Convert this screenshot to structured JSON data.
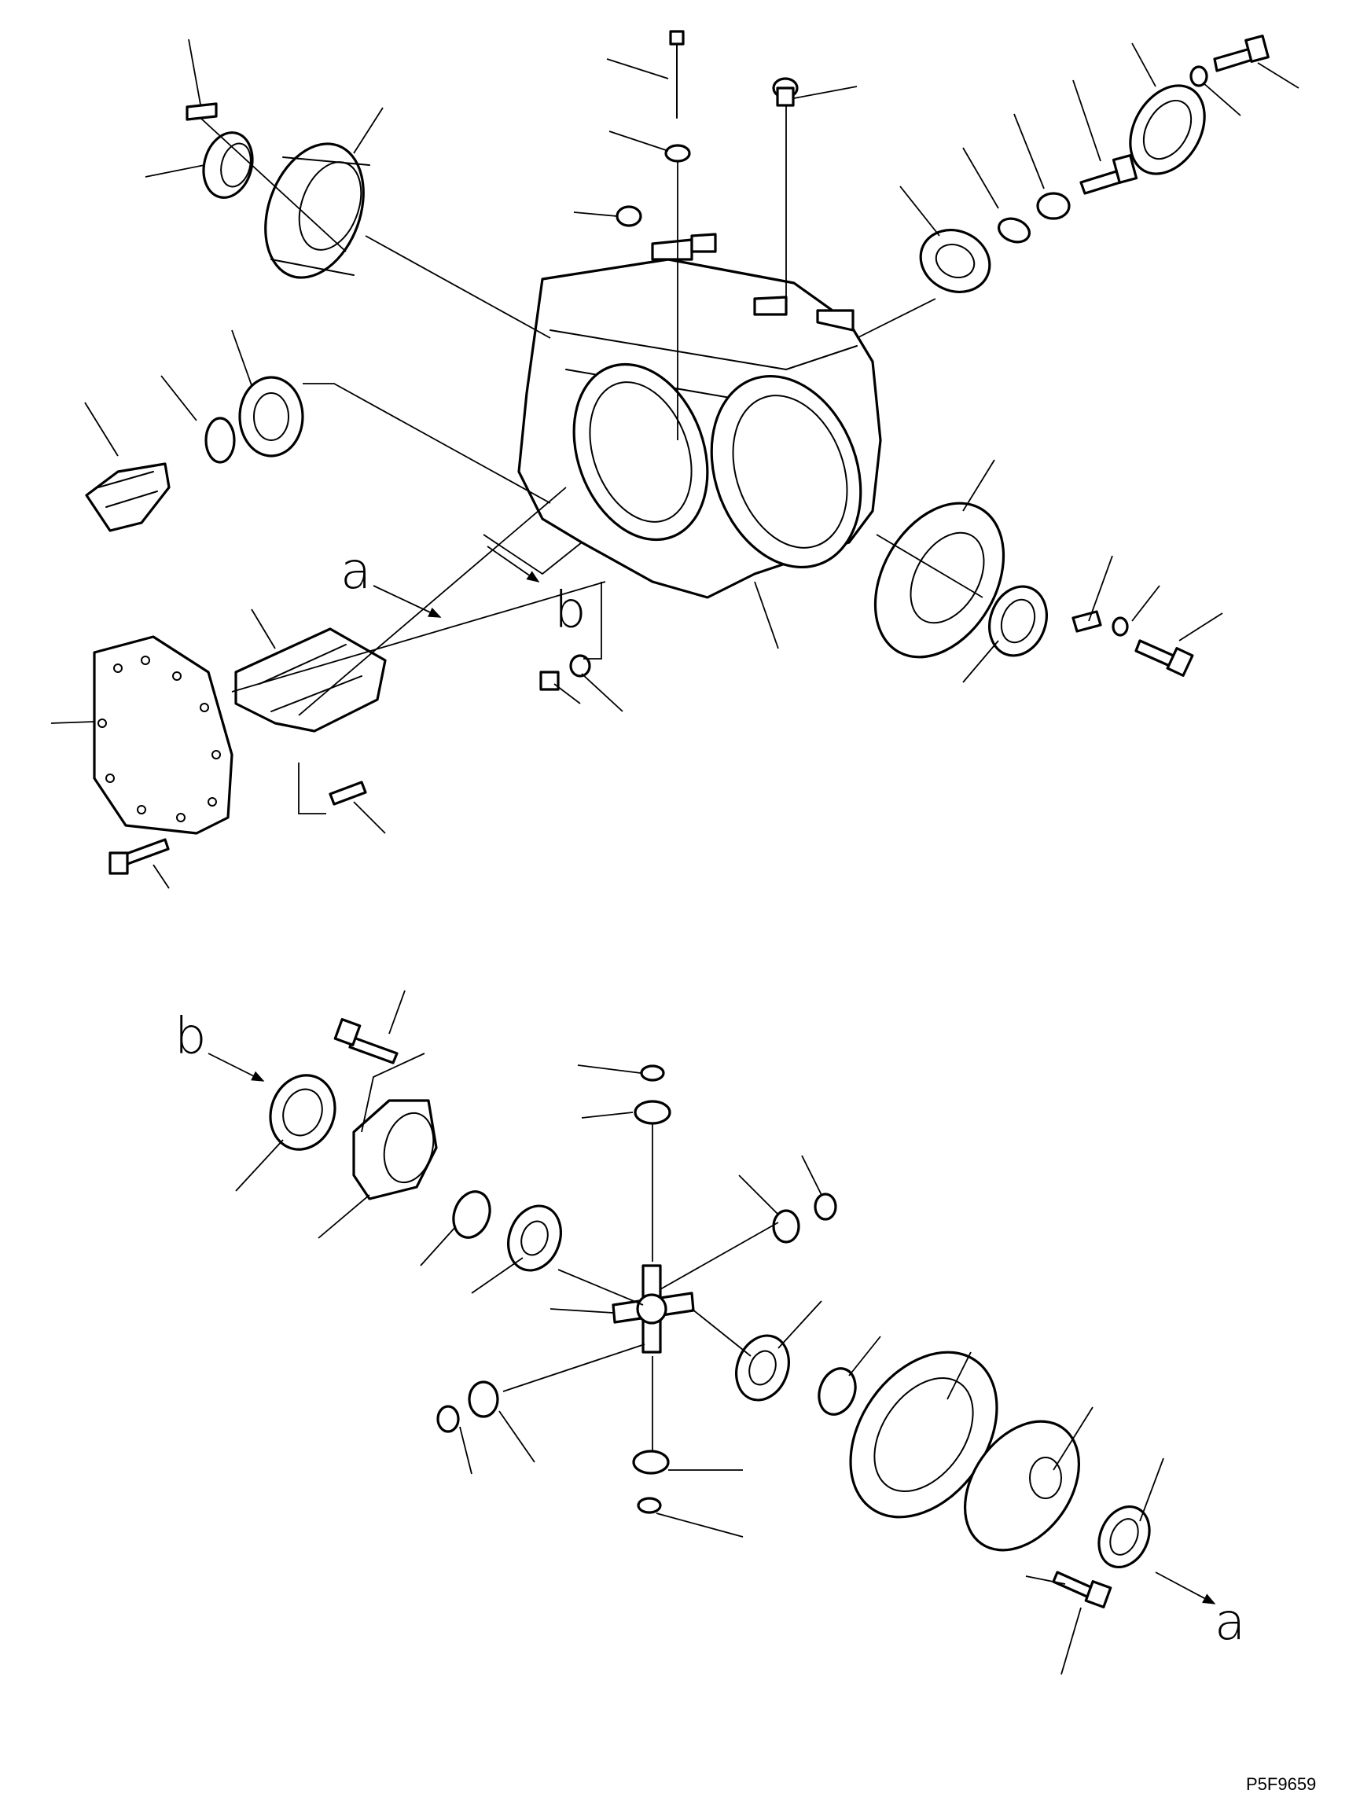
{
  "callouts": {
    "a_top": "a",
    "b_top": "b",
    "b_bottom": "b",
    "a_bottom": "a"
  },
  "figure_code": "P5F9659"
}
